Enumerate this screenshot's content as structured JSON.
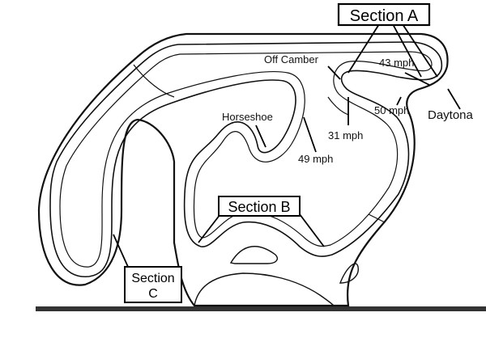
{
  "diagram": {
    "sections": [
      {
        "id": "A",
        "text": "Section A"
      },
      {
        "id": "B",
        "text": "Section B"
      },
      {
        "id": "C",
        "line1": "Section",
        "line2": "C"
      }
    ],
    "corner_labels": {
      "off_camber": "Off Camber",
      "horseshoe": "Horseshoe",
      "daytona": "Daytona"
    },
    "speed_labels": {
      "s43": "43 mph",
      "s50": "50 mph",
      "s31": "31 mph",
      "s49": "49 mph"
    }
  }
}
